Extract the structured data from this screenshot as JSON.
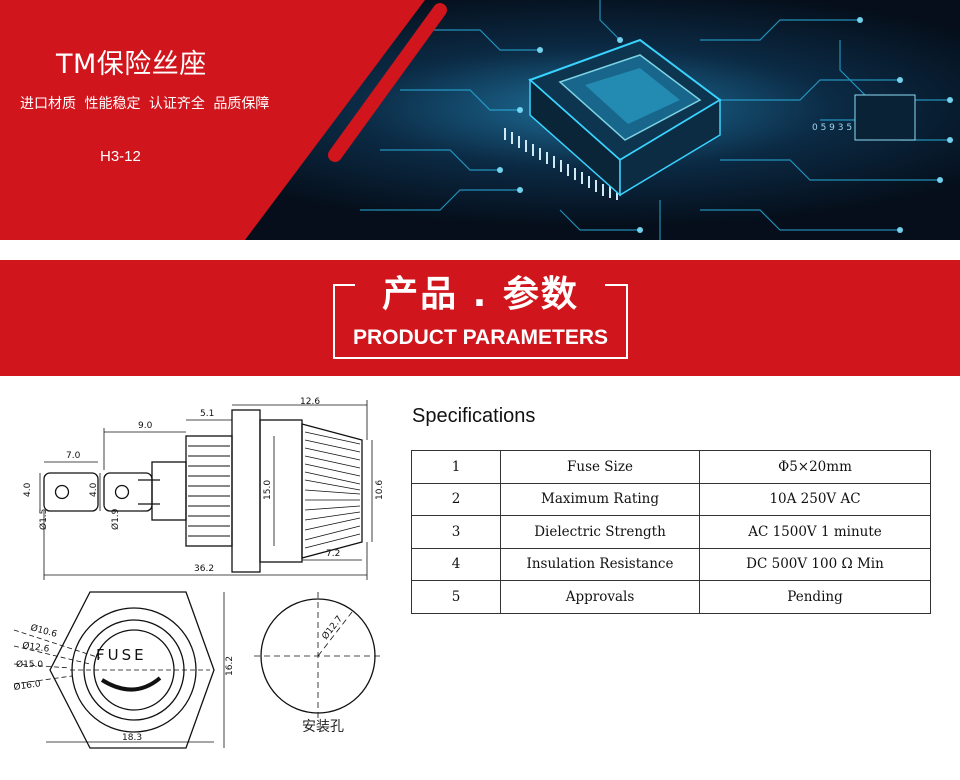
{
  "banner": {
    "title": "TM保险丝座",
    "tagline": "进口材质  性能稳定  认证齐全  品质保障",
    "model": "H3-12"
  },
  "section": {
    "heading_cn": "产品 . 参数",
    "heading_en": "PRODUCT PARAMETERS"
  },
  "drawing": {
    "dims": {
      "d12_6": "12.6",
      "d5_1": "5.1",
      "d9_0": "9.0",
      "d7_0": "7.0",
      "d4_0a": "4.0",
      "d4_0b": "4.0",
      "d1_5": "Ø1.5",
      "d1_9": "Ø1.9",
      "d15_0": "15.0",
      "d10_6": "10.6",
      "d7_2": "7.2",
      "d36_2": "36.2",
      "o10_6": "Ø10.6",
      "o12_6": "Ø12.6",
      "o15_0": "Ø15.0",
      "o16_0": "Ø16.0",
      "d16_2": "16.2",
      "d18_3": "18.3",
      "o12_7": "Ø12.7",
      "fuse_text": "FUSE"
    },
    "hole_label": "安装孔"
  },
  "specs": {
    "title": "Specifications",
    "rows": [
      {
        "no": "1",
        "name": "Fuse Size",
        "value": "Φ5×20mm"
      },
      {
        "no": "2",
        "name": "Maximum Rating",
        "value": "10A 250V AC"
      },
      {
        "no": "3",
        "name": "Dielectric Strength",
        "value": "AC 1500V 1 minute"
      },
      {
        "no": "4",
        "name": "Insulation Resistance",
        "value": "DC 500V 100 Ω  Min"
      },
      {
        "no": "5",
        "name": "Approvals",
        "value": "Pending"
      }
    ]
  },
  "colors": {
    "brand_red": "#d0151d",
    "circuit_cyan": "#38d8ff"
  }
}
